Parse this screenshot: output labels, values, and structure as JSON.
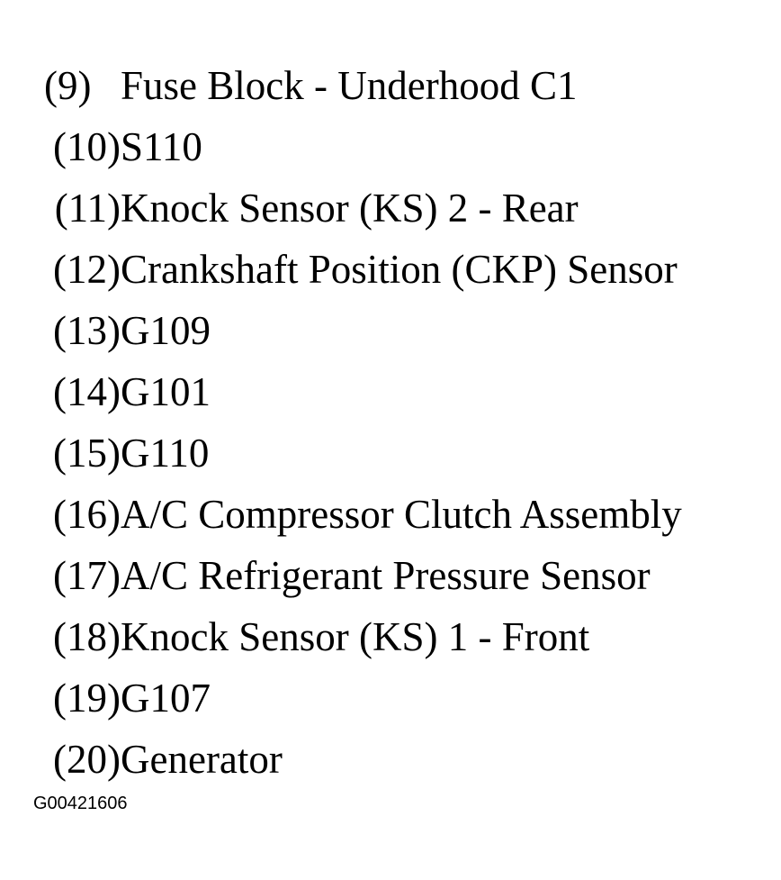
{
  "legend": {
    "items": [
      {
        "number": "(9)",
        "label": "Fuse Block - Underhood C1"
      },
      {
        "number": "(10)",
        "label": "S110"
      },
      {
        "number": "(11)",
        "label": "Knock Sensor (KS) 2 - Rear"
      },
      {
        "number": "(12)",
        "label": "Crankshaft Position (CKP) Sensor"
      },
      {
        "number": "(13)",
        "label": "G109"
      },
      {
        "number": "(14)",
        "label": "G101"
      },
      {
        "number": "(15)",
        "label": "G110"
      },
      {
        "number": "(16)",
        "label": "A/C Compressor Clutch Assembly"
      },
      {
        "number": "(17)",
        "label": "A/C Refrigerant Pressure Sensor"
      },
      {
        "number": "(18)",
        "label": "Knock Sensor (KS) 1 - Front"
      },
      {
        "number": "(19)",
        "label": "G107"
      },
      {
        "number": "(20)",
        "label": "Generator"
      }
    ]
  },
  "figure_id": "G00421606"
}
